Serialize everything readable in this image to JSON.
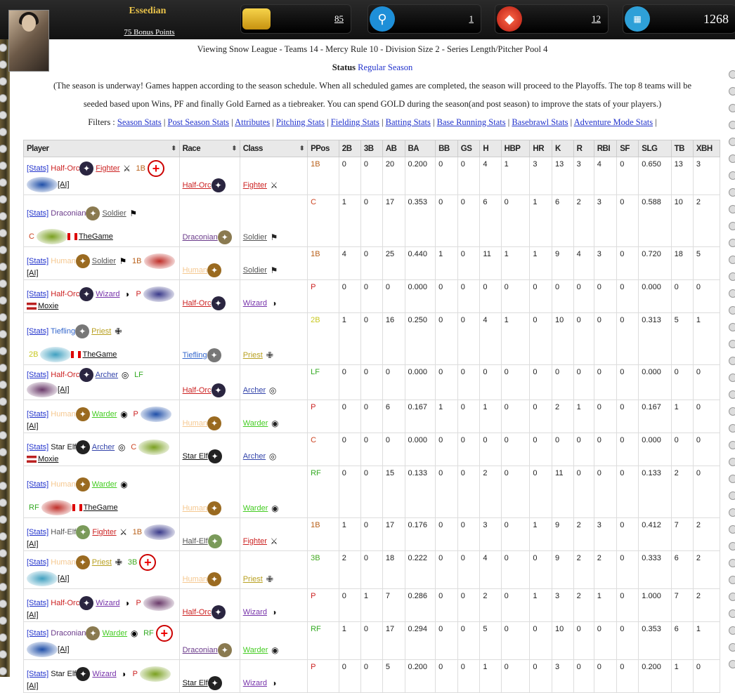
{
  "header": {
    "username": "Essedian",
    "bonus": "75 Bonus Points",
    "resources": [
      {
        "icon": "gold-bars-icon",
        "value": "85"
      },
      {
        "icon": "key-icon",
        "value": "1"
      },
      {
        "icon": "gem-icon",
        "value": "12"
      },
      {
        "icon": "blocks-icon",
        "value": "1268"
      }
    ]
  },
  "league_info": {
    "line1": "Viewing Snow League - Teams 14 - Mercy Rule 10 - Division Size 2 - Series Length/Pitcher Pool 4",
    "status_label": "Status",
    "status_value": "Regular Season",
    "line2": "(The season is underway! Games happen according to the season schedule. When all scheduled games are completed, the season will proceed to the Playoffs. The top 8 teams will be",
    "line3": "seeded based upon Wins, PF and finally Gold Earned as a tiebreaker. You can spend GOLD during the season(and post season) to improve the stats of your players.)"
  },
  "filters": {
    "label": "Filters :",
    "items": [
      "Season Stats",
      "Post Season Stats",
      "Attributes",
      "Pitching Stats",
      "Fielding Stats",
      "Batting Stats",
      "Base Running Stats",
      "Basebrawl Stats",
      "Adventure Mode Stats"
    ]
  },
  "colors": {
    "half_orc": "#cc2222",
    "draconian": "#6a3a8a",
    "human": "#f5c890",
    "tiefling": "#3366cc",
    "star_elf": "#111111",
    "half_elf": "#555555",
    "fighter": "#cc2222",
    "soldier": "#555555",
    "wizard": "#7733aa",
    "priest": "#b8a020",
    "archer": "#3344aa",
    "warder": "#44cc22",
    "pos_1b": "#b8601a",
    "pos_c": "#cc4422",
    "pos_p": "#cc2222",
    "pos_2b": "#c8c820",
    "pos_lf": "#33aa22",
    "pos_rf": "#33aa22",
    "pos_3b": "#44aa22"
  },
  "table": {
    "headers": [
      "Player",
      "Race",
      "Class",
      "PPos",
      "2B",
      "3B",
      "AB",
      "BA",
      "BB",
      "GS",
      "H",
      "HBP",
      "HR",
      "K",
      "R",
      "RBI",
      "SF",
      "SLG",
      "TB",
      "XBH"
    ],
    "rows": [
      {
        "stats": "[Stats]",
        "race": "Half-Orc",
        "race_key": "half_orc",
        "class": "Fighter",
        "class_key": "fighter",
        "pos": "1B",
        "pos_key": "pos_1b",
        "owner": "[AI]",
        "team_line": false,
        "flag": false,
        "cross": true,
        "v": [
          "0",
          "0",
          "20",
          "0.200",
          "0",
          "0",
          "4",
          "1",
          "3",
          "13",
          "3",
          "4",
          "0",
          "0.650",
          "13",
          "3"
        ]
      },
      {
        "stats": "[Stats]",
        "race": "Draconian",
        "race_key": "draconian",
        "class": "Soldier",
        "class_key": "soldier",
        "pos": "C",
        "pos_key": "pos_c",
        "owner": "TheGame",
        "team_line": true,
        "flag": true,
        "cross": false,
        "v": [
          "1",
          "0",
          "17",
          "0.353",
          "0",
          "0",
          "6",
          "0",
          "1",
          "6",
          "2",
          "3",
          "0",
          "0.588",
          "10",
          "2"
        ]
      },
      {
        "stats": "[Stats]",
        "race": "Human",
        "race_key": "human",
        "class": "Soldier",
        "class_key": "soldier",
        "pos": "1B",
        "pos_key": "pos_1b",
        "owner": "[AI]",
        "team_line": false,
        "flag": false,
        "cross": false,
        "v": [
          "4",
          "0",
          "25",
          "0.440",
          "1",
          "0",
          "11",
          "1",
          "1",
          "9",
          "4",
          "3",
          "0",
          "0.720",
          "18",
          "5"
        ]
      },
      {
        "stats": "[Stats]",
        "race": "Half-Orc",
        "race_key": "half_orc",
        "class": "Wizard",
        "class_key": "wizard",
        "pos": "P",
        "pos_key": "pos_p",
        "owner": "Moxie",
        "team_line": false,
        "flag": true,
        "cross": false,
        "v": [
          "0",
          "0",
          "0",
          "0.000",
          "0",
          "0",
          "0",
          "0",
          "0",
          "0",
          "0",
          "0",
          "0",
          "0.000",
          "0",
          "0"
        ]
      },
      {
        "stats": "[Stats]",
        "race": "Tiefling",
        "race_key": "tiefling",
        "class": "Priest",
        "class_key": "priest",
        "pos": "2B",
        "pos_key": "pos_2b",
        "owner": "TheGame",
        "team_line": true,
        "flag": true,
        "cross": false,
        "v": [
          "1",
          "0",
          "16",
          "0.250",
          "0",
          "0",
          "4",
          "1",
          "0",
          "10",
          "0",
          "0",
          "0",
          "0.313",
          "5",
          "1"
        ]
      },
      {
        "stats": "[Stats]",
        "race": "Half-Orc",
        "race_key": "half_orc",
        "class": "Archer",
        "class_key": "archer",
        "pos": "LF",
        "pos_key": "pos_lf",
        "owner": "[AI]",
        "team_line": false,
        "flag": false,
        "cross": false,
        "v": [
          "0",
          "0",
          "0",
          "0.000",
          "0",
          "0",
          "0",
          "0",
          "0",
          "0",
          "0",
          "0",
          "0",
          "0.000",
          "0",
          "0"
        ]
      },
      {
        "stats": "[Stats]",
        "race": "Human",
        "race_key": "human",
        "class": "Warder",
        "class_key": "warder",
        "pos": "P",
        "pos_key": "pos_p",
        "owner": "[AI]",
        "team_line": false,
        "flag": false,
        "cross": false,
        "v": [
          "0",
          "0",
          "6",
          "0.167",
          "1",
          "0",
          "1",
          "0",
          "0",
          "2",
          "1",
          "0",
          "0",
          "0.167",
          "1",
          "0"
        ]
      },
      {
        "stats": "[Stats]",
        "race": "Star Elf",
        "race_key": "star_elf",
        "class": "Archer",
        "class_key": "archer",
        "pos": "C",
        "pos_key": "pos_c",
        "owner": "Moxie",
        "team_line": false,
        "flag": true,
        "cross": false,
        "v": [
          "0",
          "0",
          "0",
          "0.000",
          "0",
          "0",
          "0",
          "0",
          "0",
          "0",
          "0",
          "0",
          "0",
          "0.000",
          "0",
          "0"
        ]
      },
      {
        "stats": "[Stats]",
        "race": "Human",
        "race_key": "human",
        "class": "Warder",
        "class_key": "warder",
        "pos": "RF",
        "pos_key": "pos_rf",
        "owner": "TheGame",
        "team_line": true,
        "flag": true,
        "cross": false,
        "v": [
          "0",
          "0",
          "15",
          "0.133",
          "0",
          "0",
          "2",
          "0",
          "0",
          "11",
          "0",
          "0",
          "0",
          "0.133",
          "2",
          "0"
        ]
      },
      {
        "stats": "[Stats]",
        "race": "Half-Elf",
        "race_key": "half_elf",
        "class": "Fighter",
        "class_key": "fighter",
        "pos": "1B",
        "pos_key": "pos_1b",
        "owner": "[AI]",
        "team_line": false,
        "flag": false,
        "cross": false,
        "v": [
          "1",
          "0",
          "17",
          "0.176",
          "0",
          "0",
          "3",
          "0",
          "1",
          "9",
          "2",
          "3",
          "0",
          "0.412",
          "7",
          "2"
        ]
      },
      {
        "stats": "[Stats]",
        "race": "Human",
        "race_key": "human",
        "class": "Priest",
        "class_key": "priest",
        "pos": "3B",
        "pos_key": "pos_3b",
        "owner": "[AI]",
        "team_line": false,
        "flag": false,
        "cross": true,
        "v": [
          "2",
          "0",
          "18",
          "0.222",
          "0",
          "0",
          "4",
          "0",
          "0",
          "9",
          "2",
          "2",
          "0",
          "0.333",
          "6",
          "2"
        ]
      },
      {
        "stats": "[Stats]",
        "race": "Half-Orc",
        "race_key": "half_orc",
        "class": "Wizard",
        "class_key": "wizard",
        "pos": "P",
        "pos_key": "pos_p",
        "owner": "[AI]",
        "team_line": false,
        "flag": false,
        "cross": false,
        "v": [
          "0",
          "1",
          "7",
          "0.286",
          "0",
          "0",
          "2",
          "0",
          "1",
          "3",
          "2",
          "1",
          "0",
          "1.000",
          "7",
          "2"
        ]
      },
      {
        "stats": "[Stats]",
        "race": "Draconian",
        "race_key": "draconian",
        "class": "Warder",
        "class_key": "warder",
        "pos": "RF",
        "pos_key": "pos_rf",
        "owner": "[AI]",
        "team_line": false,
        "flag": false,
        "cross": true,
        "v": [
          "1",
          "0",
          "17",
          "0.294",
          "0",
          "0",
          "5",
          "0",
          "0",
          "10",
          "0",
          "0",
          "0",
          "0.353",
          "6",
          "1"
        ]
      },
      {
        "stats": "[Stats]",
        "race": "Star Elf",
        "race_key": "star_elf",
        "class": "Wizard",
        "class_key": "wizard",
        "pos": "P",
        "pos_key": "pos_p",
        "owner": "[AI]",
        "team_line": false,
        "flag": false,
        "cross": false,
        "v": [
          "0",
          "0",
          "5",
          "0.200",
          "0",
          "0",
          "1",
          "0",
          "0",
          "3",
          "0",
          "0",
          "0",
          "0.200",
          "1",
          "0"
        ]
      }
    ]
  }
}
